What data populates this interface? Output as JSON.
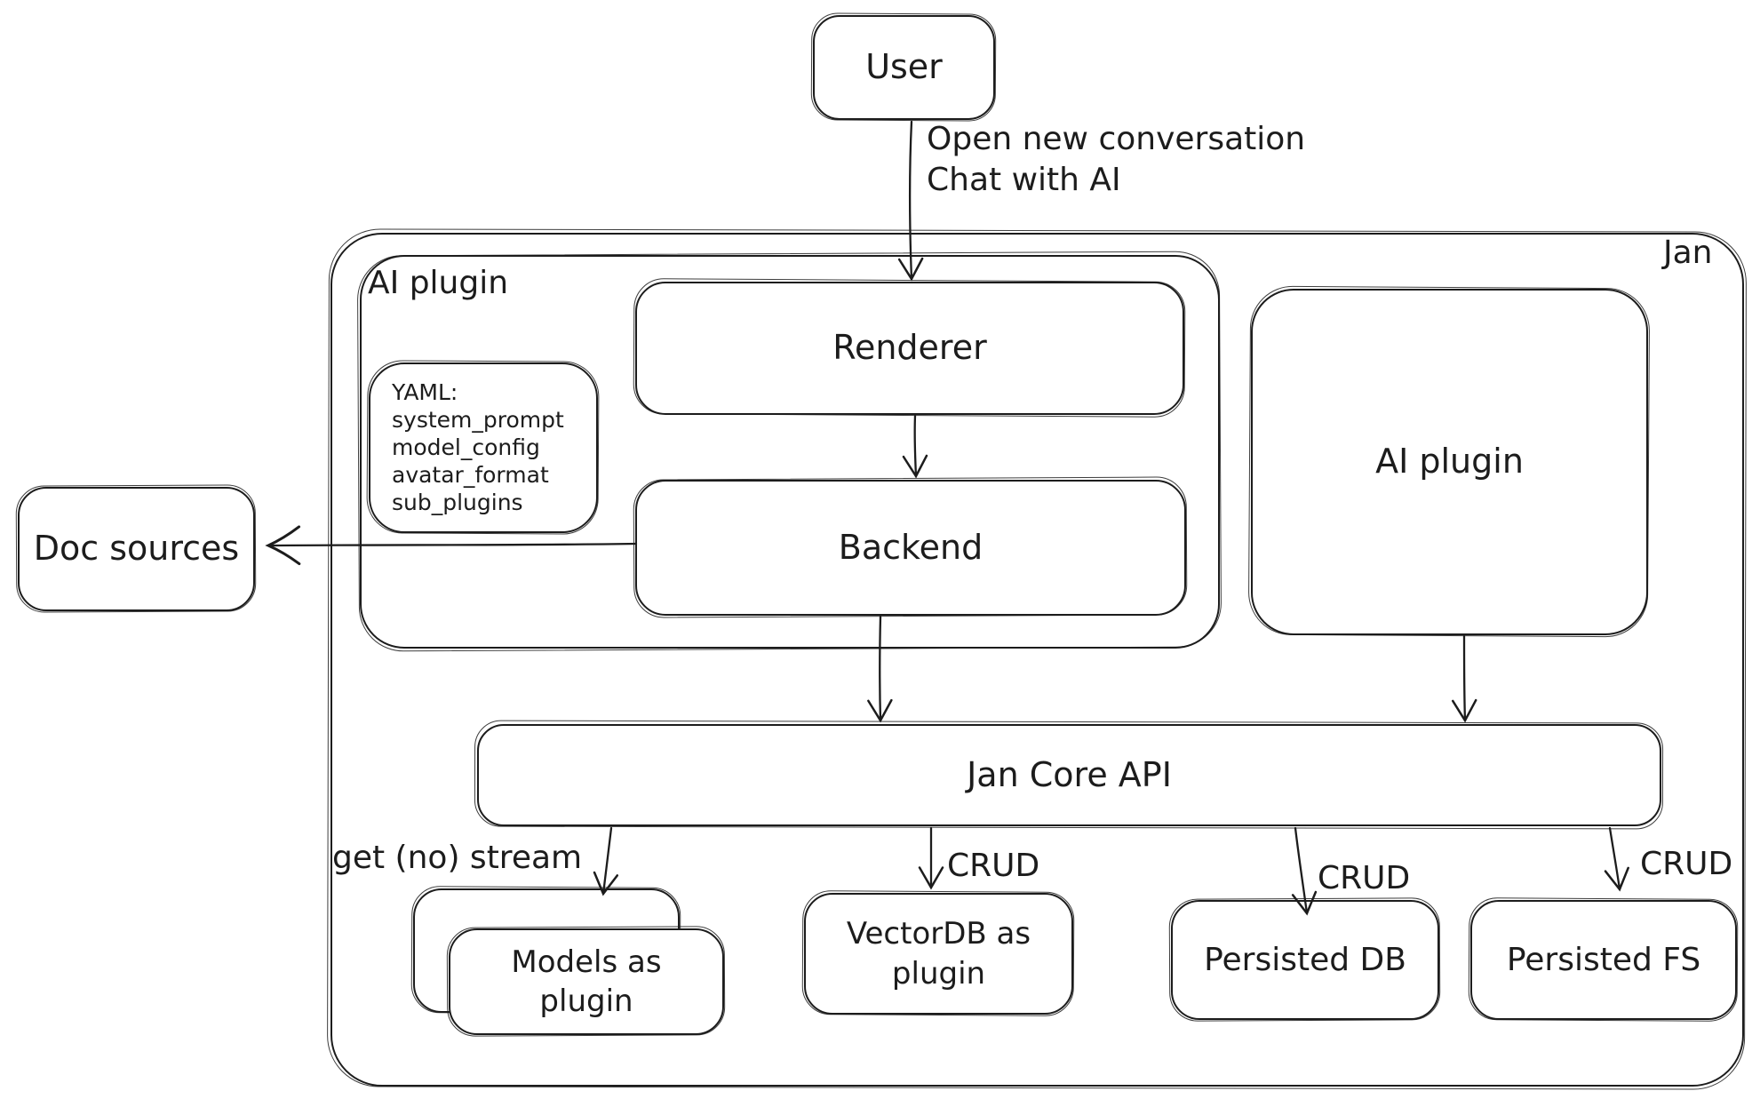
{
  "nodes": {
    "user": "User",
    "jan": "Jan",
    "ai_plugin_container": "AI plugin",
    "renderer": "Renderer",
    "backend": "Backend",
    "yaml_note": {
      "heading": "YAML:",
      "lines": [
        "system_prompt",
        "model_config",
        "avatar_format",
        "sub_plugins"
      ]
    },
    "ai_plugin": "AI plugin",
    "doc_sources": "Doc sources",
    "core_api": "Jan Core API",
    "models": "Models as plugin",
    "vectordb": "VectorDB as plugin",
    "persisted_db": "Persisted DB",
    "persisted_fs": "Persisted FS"
  },
  "edges": {
    "user_flow_line1": "Open new conversation",
    "user_flow_line2": "Chat with AI",
    "stream": "get (no) stream",
    "crud_vectordb": "CRUD",
    "crud_db": "CRUD",
    "crud_fs": "CRUD"
  },
  "colors": {
    "ink": "#1c1c1c",
    "background": "#ffffff"
  }
}
